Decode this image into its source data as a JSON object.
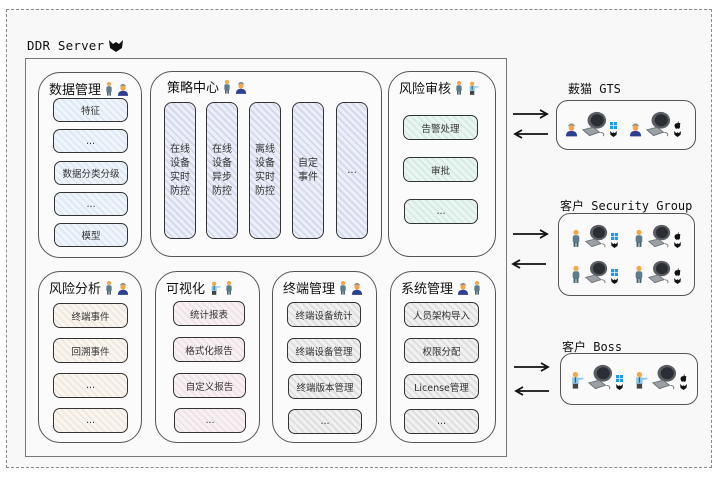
{
  "server": {
    "title": "DDR Server",
    "logo_icon": "cat-logo-icon"
  },
  "groups": {
    "data_mgmt": {
      "title": "数据管理",
      "roles": [
        "staff",
        "engineer"
      ],
      "color": "#dfe9f5",
      "items": [
        "特征",
        "...",
        "数据分类分级",
        "...",
        "模型"
      ]
    },
    "strategy": {
      "title": "策略中心",
      "roles": [
        "staff",
        "engineer"
      ],
      "color": "#d6d9ee",
      "items": [
        "在线设备实时防控",
        "在线设备异步防控",
        "离线设备实时防控",
        "自定事件",
        "..."
      ]
    },
    "risk_review": {
      "title": "风险审核",
      "roles": [
        "staff",
        "manager"
      ],
      "color": "#d4ece5",
      "items": [
        "告警处理",
        "审批",
        "..."
      ]
    },
    "risk_analysis": {
      "title": "风险分析",
      "roles": [
        "staff",
        "engineer"
      ],
      "color": "#f1e9df",
      "items": [
        "终端事件",
        "回溯事件",
        "...",
        "..."
      ]
    },
    "visualization": {
      "title": "可视化",
      "roles": [
        "manager",
        "staff"
      ],
      "color": "#f0e3e6",
      "items": [
        "统计报表",
        "格式化报告",
        "自定义报告",
        "..."
      ]
    },
    "terminal_mgmt": {
      "title": "终端管理",
      "roles": [
        "staff",
        "engineer"
      ],
      "color": "#dedede",
      "items": [
        "终端设备统计",
        "终端设备管理",
        "终端版本管理",
        "..."
      ]
    },
    "system_mgmt": {
      "title": "系统管理",
      "roles": [
        "engineer",
        "staff"
      ],
      "color": "#dedede",
      "items": [
        "人员架构导入",
        "权限分配",
        "License管理",
        "..."
      ]
    }
  },
  "clients": [
    {
      "title": "薮猫 GTS",
      "user_type": "engineer",
      "stations": [
        [
          "engineer",
          "windows"
        ],
        [
          "engineer",
          "apple"
        ]
      ]
    },
    {
      "title": "客户 Security Group",
      "user_type": "staff",
      "stations": [
        [
          "staff",
          "windows"
        ],
        [
          "staff",
          "apple"
        ],
        [
          "staff",
          "windows"
        ],
        [
          "staff",
          "apple"
        ]
      ]
    },
    {
      "title": "客户 Boss",
      "user_type": "manager",
      "stations": [
        [
          "manager",
          "windows"
        ],
        [
          "manager",
          "apple"
        ]
      ]
    }
  ],
  "arrows": {
    "to_client": "→",
    "from_client": "←"
  }
}
